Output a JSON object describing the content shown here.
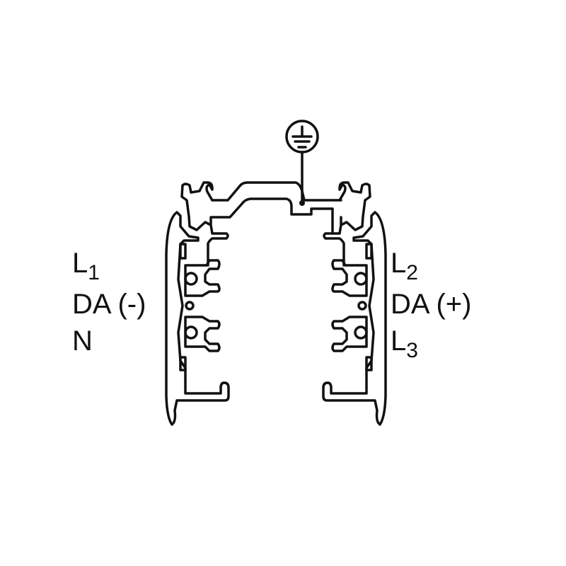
{
  "left_labels": {
    "l1": {
      "letter": "L",
      "sub": "1"
    },
    "da_minus": "DA (-)",
    "n": "N"
  },
  "right_labels": {
    "l2": {
      "letter": "L",
      "sub": "2"
    },
    "da_plus": "DA (+)",
    "l3": {
      "letter": "L",
      "sub": "3"
    }
  },
  "symbols": {
    "ground": "earth-ground-icon"
  },
  "colors": {
    "stroke": "#111111",
    "background": "#ffffff"
  }
}
